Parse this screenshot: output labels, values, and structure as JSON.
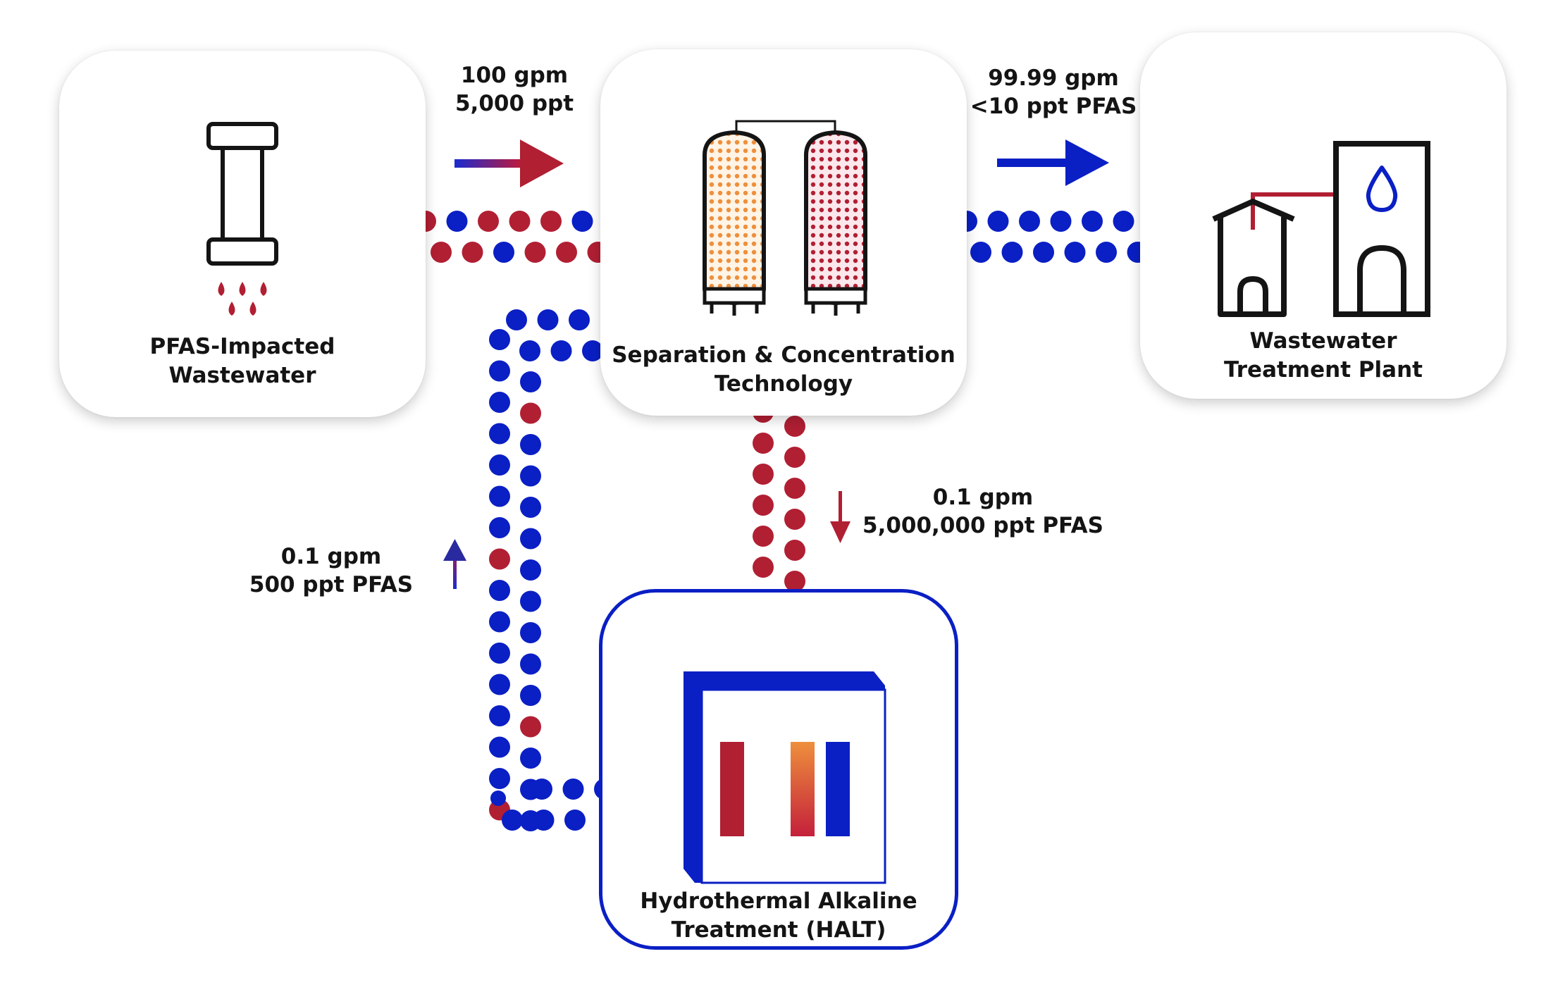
{
  "colors": {
    "red": "#b11f33",
    "blue": "#0a1fc4",
    "orange": "#ee8f3c",
    "dark": "#141414",
    "halt_border": "#0a1fc4"
  },
  "nodes": {
    "source": {
      "label_line1": "PFAS-Impacted",
      "label_line2": "Wastewater",
      "icon": "leaking-pipe-icon"
    },
    "separation": {
      "label_line1": "Separation & Concentration",
      "label_line2": "Technology",
      "icon": "twin-vessels-icon"
    },
    "plant": {
      "label_line1": "Wastewater",
      "label_line2": "Treatment Plant",
      "icon": "treatment-plant-icon"
    },
    "halt": {
      "label_line1": "Hydrothermal Alkaline",
      "label_line2": "Treatment (HALT)",
      "icon": "reactor-icon"
    }
  },
  "flows": {
    "inflow": {
      "line1": "100 gpm",
      "line2": "5,000 ppt"
    },
    "outflow": {
      "line1": "99.99 gpm",
      "line2": "<10 ppt PFAS"
    },
    "concentrate": {
      "line1": "0.1 gpm",
      "line2": "5,000,000 ppt PFAS"
    },
    "return": {
      "line1": "0.1 gpm",
      "line2": "500 ppt PFAS"
    }
  }
}
